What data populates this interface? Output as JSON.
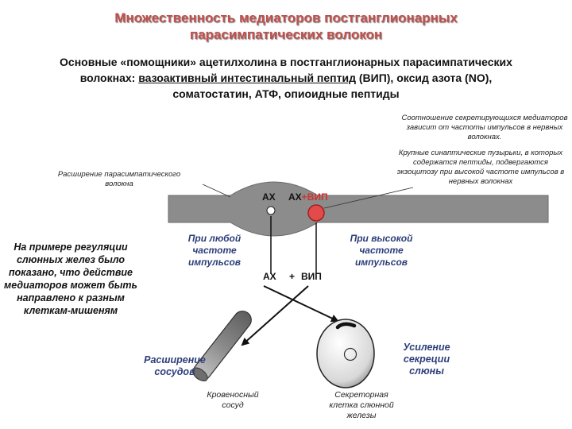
{
  "title": {
    "line1": "Множественность медиаторов постганглионарных",
    "line2": "парасимпатических волокон"
  },
  "subtitle": {
    "line1": "Основные «помощники» ацетилхолина в постганглионарных парасимпатических",
    "line2_prefix": "волокнах: ",
    "line2_underlined": "вазоактивный интестинальный пептид",
    "line2_suffix": " (ВИП), оксид азота (NO),",
    "line3": "соматостатин, АТФ, опиоидные пептиды"
  },
  "notes": {
    "ratio": "Соотношение секретирующихся медиаторов зависит от частоты импульсов в нервных волокнах.",
    "vesicles": "Крупные синаптические пузырьки, в которых содержатся пептиды, подвергаются экзоцитозу при высокой частоте импульсов в нервных волокнах",
    "fiber_dilation": "Расширение парасимпатического волокна"
  },
  "fiber_labels": {
    "ach": "АХ",
    "ach_plus": "АХ",
    "plus_sign": "+",
    "vip": "ВИП"
  },
  "frequency": {
    "any": "При любой частоте импульсов",
    "high": "При высокой частоте импульсов"
  },
  "release": {
    "ach": "АХ",
    "plus": "+",
    "vip": "ВИП"
  },
  "left_text": "На примере регуляции слюнных желез было показано, что действие медиаторов может быть направлено к разным клеткам-мишеням",
  "effects": {
    "vasodilation": "Расширение сосудов",
    "secretion": "Усиление секреции слюны"
  },
  "targets": {
    "vessel": "Кровеносный сосуд",
    "secretory_cell": "Секреторная клетка слюнной железы"
  },
  "colors": {
    "title": "#c0504d",
    "fiber": "#8c8c8c",
    "vip_vesicle": "#e24b4b",
    "blue_text": "#2c3e7a"
  }
}
